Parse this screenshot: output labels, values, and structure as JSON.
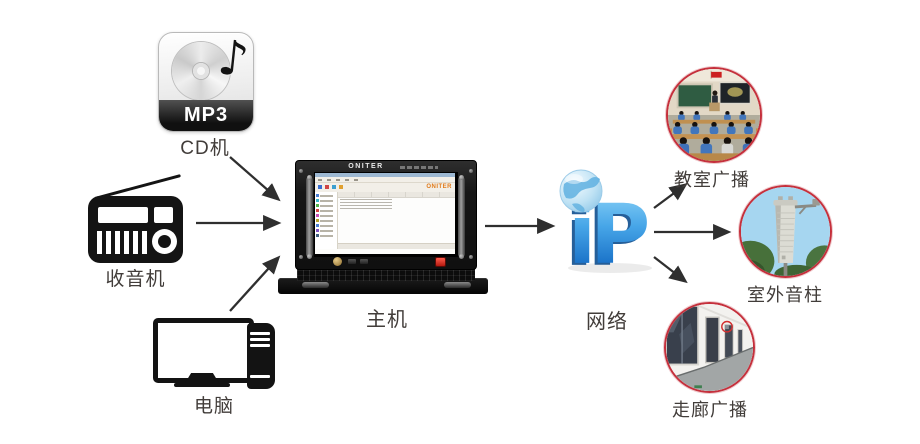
{
  "page": {
    "background": "#ffffff",
    "type": "ip-broadcast-system-diagram"
  },
  "nodes": {
    "cd_player": {
      "label": "CD机",
      "badge": "MP3",
      "icon": "mp3-cd-icon"
    },
    "radio": {
      "label": "收音机",
      "icon": "radio-icon"
    },
    "computer": {
      "label": "电脑",
      "icon": "desktop-computer-icon"
    },
    "host": {
      "label": "主机",
      "brand": "ONITER",
      "screen_brand": "ONITER"
    },
    "network": {
      "label": "网络",
      "logo_text": "iP",
      "icon": "ip-globe-logo"
    },
    "classroom": {
      "label": "教室广播",
      "icon": "classroom-photo"
    },
    "outdoor_column": {
      "label": "室外音柱",
      "icon": "outdoor-speaker-column-photo"
    },
    "corridor": {
      "label": "走廊广播",
      "icon": "corridor-photo"
    }
  },
  "connections": [
    {
      "from": "cd_player",
      "to": "host"
    },
    {
      "from": "radio",
      "to": "host"
    },
    {
      "from": "computer",
      "to": "host"
    },
    {
      "from": "host",
      "to": "network"
    },
    {
      "from": "network",
      "to": "classroom"
    },
    {
      "from": "network",
      "to": "outdoor_column"
    },
    {
      "from": "network",
      "to": "corridor"
    }
  ],
  "colors": {
    "label_text": "#423d3a",
    "arrow": "#2f2f2f",
    "photo_circle_border": "#c5303c",
    "ip_blue_light": "#8ed4f8",
    "ip_blue_dark": "#1460b0",
    "oniter_orange": "#e07a1a",
    "power_button_red": "#cc2222",
    "mp3_band_black": "#101010"
  }
}
